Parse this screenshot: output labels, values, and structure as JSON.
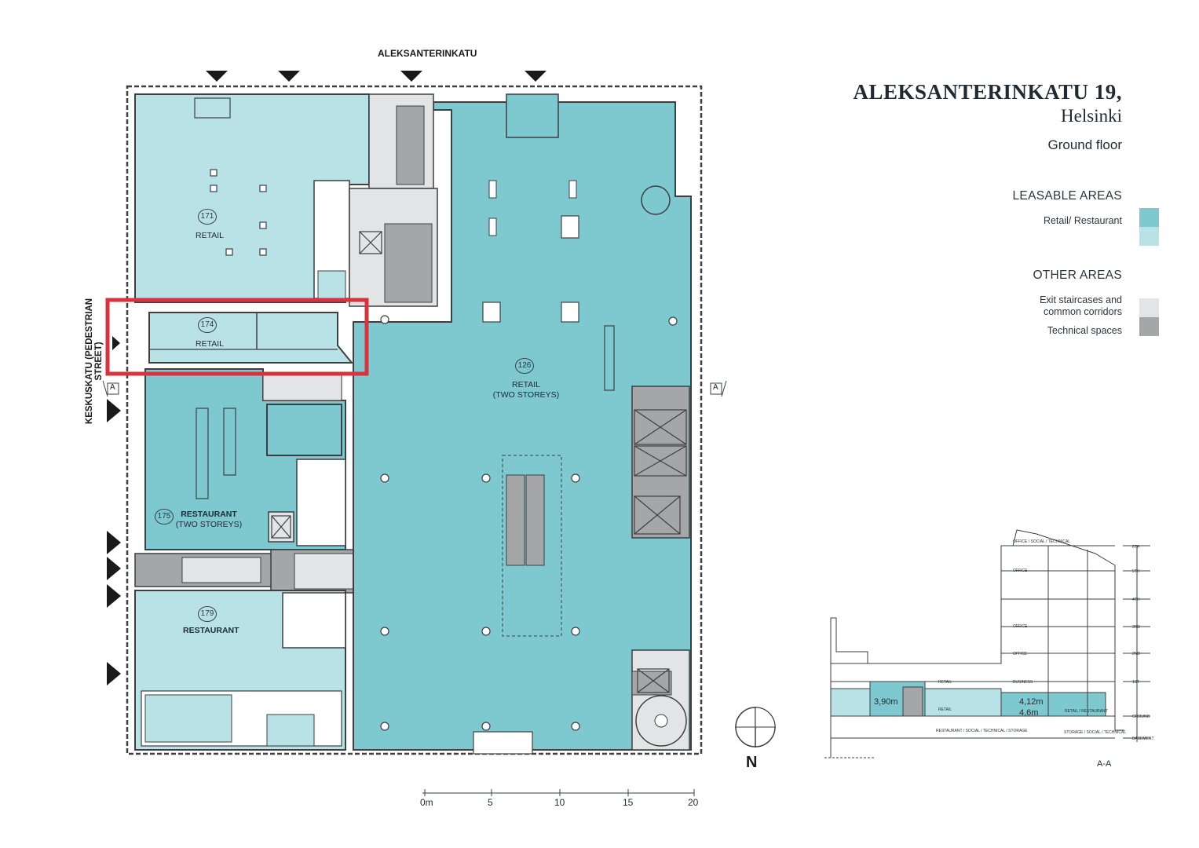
{
  "header": {
    "title_line1": "ALEKSANTERINKATU 19,",
    "title_line2": "Helsinki",
    "floor": "Ground floor"
  },
  "legend": {
    "leasable_heading": "LEASABLE AREAS",
    "retail_label": "Retail/ Restaurant",
    "other_heading": "OTHER AREAS",
    "exit_label_1": "Exit staircases and",
    "exit_label_2": "common corridors",
    "technical_label": "Technical spaces"
  },
  "colors": {
    "leasable_dark": "#7ec8cf",
    "leasable_light": "#b8e2e6",
    "exit_common": "#e3e4e6",
    "technical": "#a4a6a8",
    "highlight": "#d9323f",
    "wall": "#3d3f42"
  },
  "streets": {
    "north": "ALEKSANTERINKATU",
    "west": "KESKUSKATU (PEDESTRIAN STREET)"
  },
  "units": [
    {
      "number": "171",
      "name": "RETAIL",
      "sub": ""
    },
    {
      "number": "174",
      "name": "RETAIL",
      "sub": ""
    },
    {
      "number": "126",
      "name": "RETAIL",
      "sub": "(TWO STOREYS)"
    },
    {
      "number": "175",
      "name": "RESTAURANT",
      "sub": "(TWO STOREYS)"
    },
    {
      "number": "179",
      "name": "RESTAURANT",
      "sub": ""
    }
  ],
  "section_marker": "A",
  "compass": "N",
  "scale": {
    "ticks": [
      "0m",
      "5",
      "10",
      "15",
      "20"
    ]
  },
  "section": {
    "title": "A-A",
    "dim_3_90": "3,90m",
    "dim_4_12": "4,12m",
    "dim_4_6": "4,6m",
    "floor_labels": [
      "6TH",
      "5TH",
      "4TH",
      "3RD",
      "2ND",
      "1ST",
      "GROUND",
      "BASEMENT"
    ],
    "use_labels": [
      "OFFICE / SOCIAL / TECHNICAL",
      "OFFICE",
      "OFFICE",
      "OFFICE",
      "BUSINESS",
      "RETAIL",
      "RETAIL",
      "RETAIL / RESTAURANT",
      "RESTAURANT / SOCIAL / TECHNICAL / STORAGE",
      "STORAGE / SOCIAL / TECHNICAL"
    ]
  }
}
